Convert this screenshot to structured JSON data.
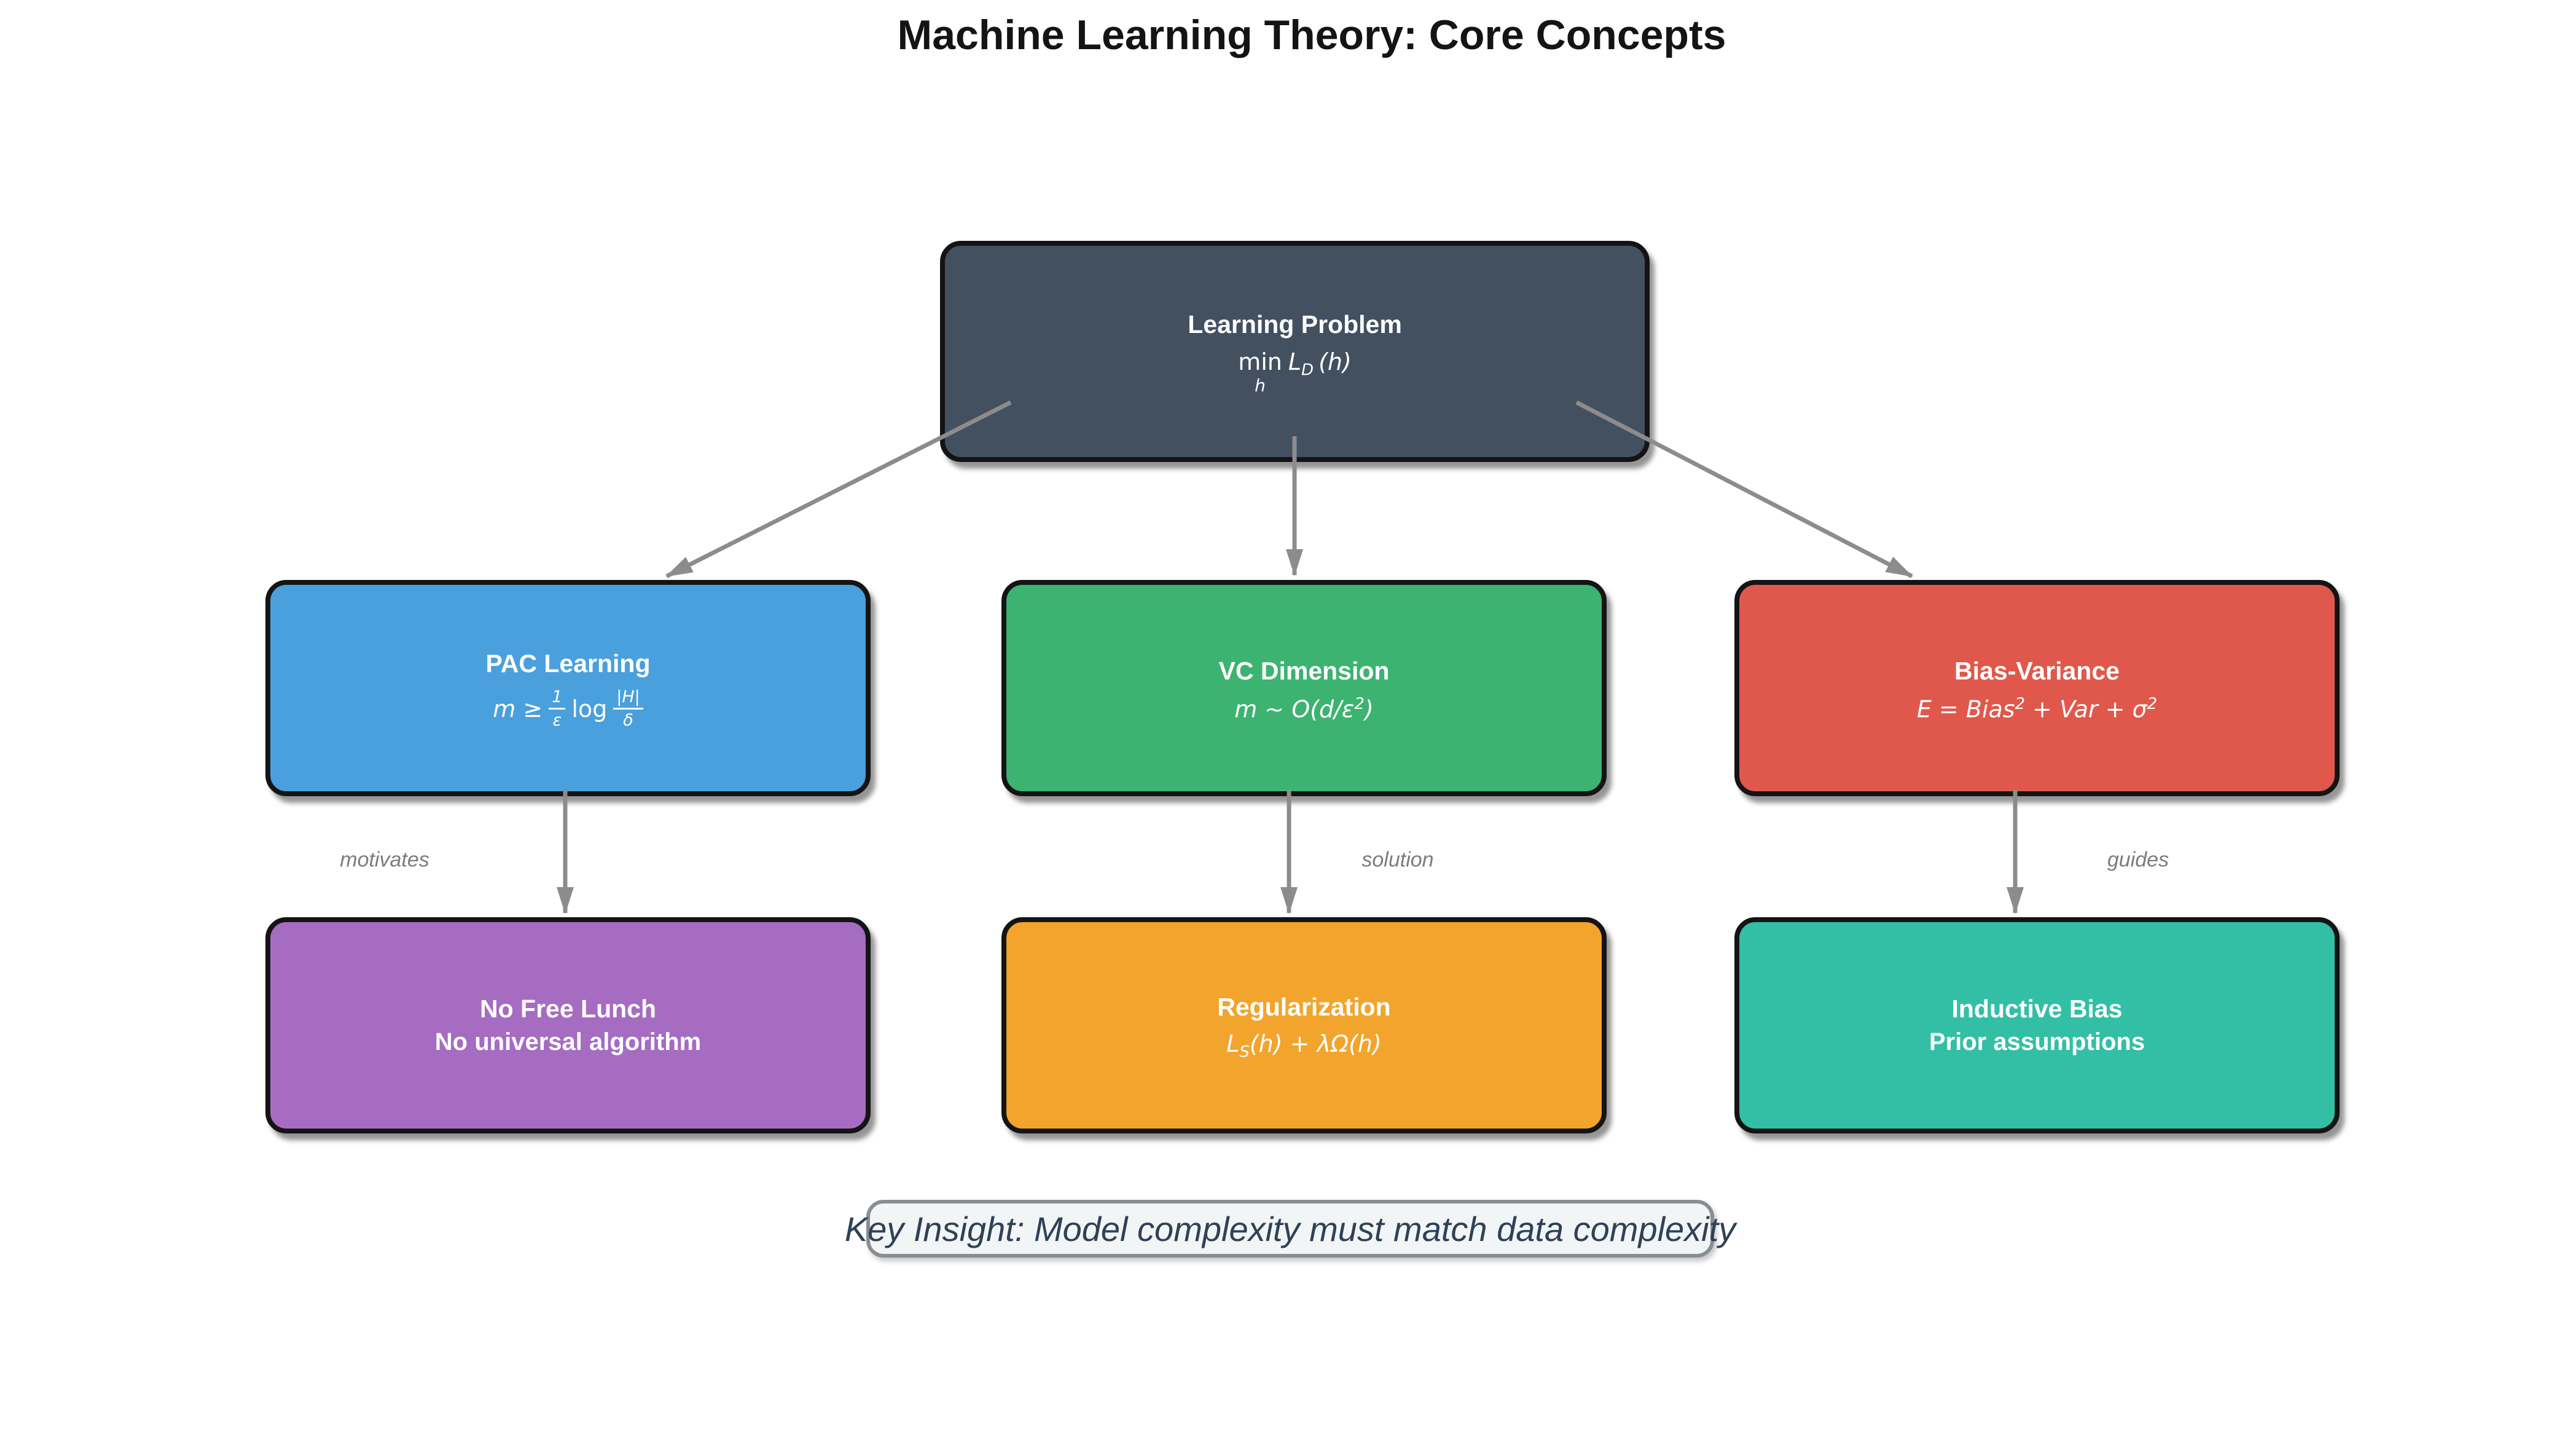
{
  "page_title": "Machine Learning Theory: Core Concepts",
  "nodes": {
    "learning_problem": {
      "title": "Learning Problem",
      "formula": {
        "op": "min",
        "op_under": "h",
        "main": "L",
        "main_sub": "D",
        "tail": "(h)"
      },
      "bg": "#425060"
    },
    "pac": {
      "title": "PAC Learning",
      "formula": {
        "lead": "m ≥",
        "frac1_num": "1",
        "frac1_den": "ε",
        "mid": "log",
        "frac2_num": "|H|",
        "frac2_den": "δ"
      },
      "bg": "#4AA0DC"
    },
    "vc": {
      "title": "VC Dimension",
      "formula": {
        "lead": "m ∼ O(d/ε",
        "sup": "2",
        "tail": ")"
      },
      "bg": "#3CB371"
    },
    "bias_variance": {
      "title": "Bias-Variance",
      "formula": {
        "lead": "E = Bias",
        "sup1": "2",
        "mid": " + Var + σ",
        "sup2": "2"
      },
      "bg": "#E0584C"
    },
    "no_free_lunch": {
      "title": "No Free Lunch",
      "subtitle": "No universal algorithm",
      "bg": "#A56CC1"
    },
    "regularization": {
      "title": "Regularization",
      "formula": {
        "main": "L",
        "main_sub": "S",
        "tail": "(h) + λΩ(h)"
      },
      "bg": "#F2A42C"
    },
    "inductive_bias": {
      "title": "Inductive Bias",
      "subtitle": "Prior assumptions",
      "bg": "#33BFA5"
    }
  },
  "edge_labels": {
    "motivates": "motivates",
    "solution": "solution",
    "guides": "guides"
  },
  "insight": "Key Insight: Model complexity must match data complexity",
  "colors": {
    "title_text": "#141414",
    "node_border": "#141414",
    "arrow": "#8C8C8C",
    "edge_label": "#7C7C7C",
    "insight_bg": "#F2F5F6",
    "insight_border": "#888E92",
    "insight_text": "#2F4156"
  }
}
